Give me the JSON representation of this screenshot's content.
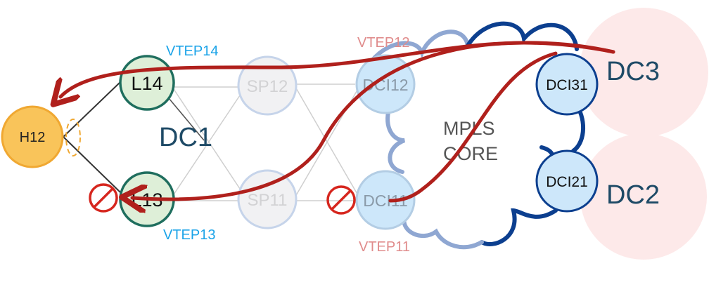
{
  "hosts": {
    "h12": "H12"
  },
  "leaves": {
    "l14": "L14",
    "l13": "L13"
  },
  "spines": {
    "sp12": "SP12",
    "sp11": "SP11"
  },
  "dci": {
    "dci12": "DCI12",
    "dci11": "DCI11",
    "dci31": "DCI31",
    "dci21": "DCI21"
  },
  "vteps": {
    "vtep14": "VTEP14",
    "vtep13": "VTEP13",
    "vtep12": "VTEP12",
    "vtep11": "VTEP11"
  },
  "datacenters": {
    "dc1": "DC1",
    "dc2": "DC2",
    "dc3": "DC3"
  },
  "core": {
    "line1": "MPLS",
    "line2": "CORE"
  },
  "colors": {
    "host_fill": "#f9c45a",
    "host_stroke": "#f0a832",
    "leaf_fill": "#deefd8",
    "leaf_stroke": "#1f6e5e",
    "spine_fill": "#f1f1f3",
    "spine_stroke": "#c6d4ea",
    "dci_fill": "#cde7fa",
    "dci_stroke": "#4da7e6",
    "dc_bubble": "#fde9e9",
    "vtep_leaf": "#1aa3e8",
    "vtep_dci": "#e08c8c",
    "text_dark": "#1e4a66",
    "path_arrow": "#b0201c",
    "block": "#d6261e",
    "cloud_light": "#8fa7d2",
    "cloud_dark": "#0c3f8f"
  }
}
